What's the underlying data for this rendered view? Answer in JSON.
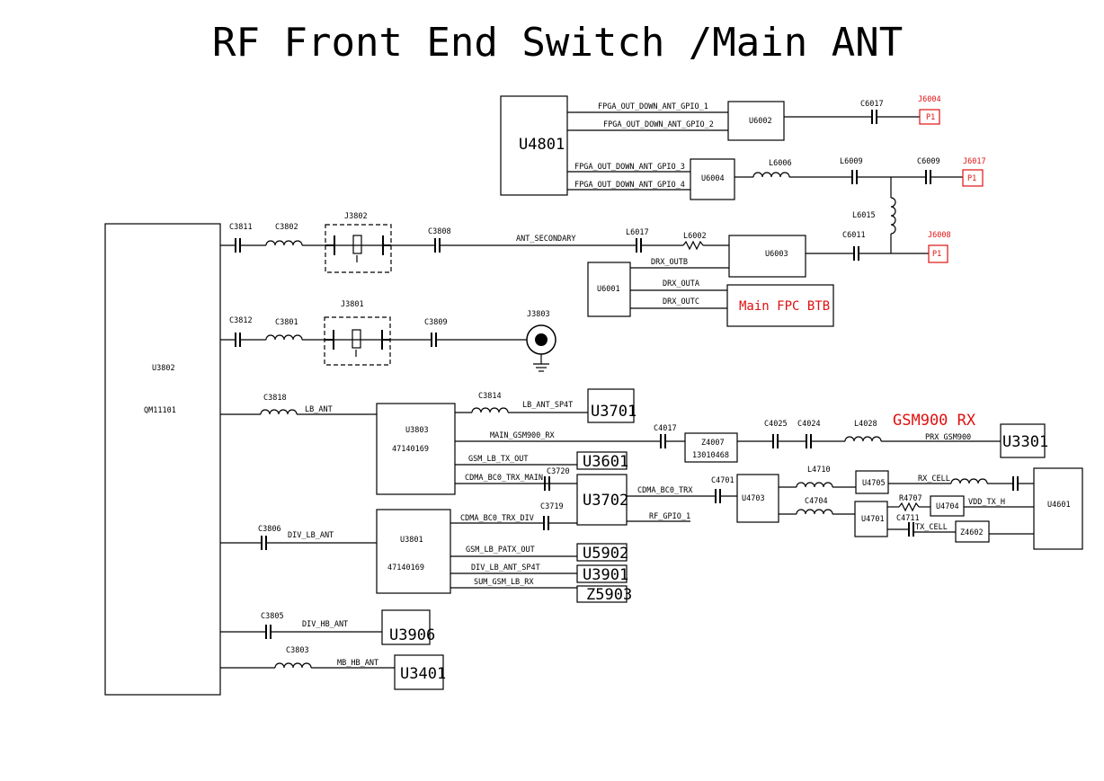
{
  "title": "RF Front End  Switch /Main ANT",
  "chips": {
    "u4801": "U4801",
    "u6002": "U6002",
    "u6004": "U6004",
    "u6003": "U6003",
    "u6001": "U6001",
    "u3802": "U3802",
    "u3802_part": "QM11101",
    "u3803": "U3803",
    "u3803_part": "47140169",
    "u3801": "U3801",
    "u3801_part": "47140169",
    "u3701": "U3701",
    "u3601": "U3601",
    "u3702": "U3702",
    "u5902": "U5902",
    "u3901": "U3901",
    "z5903": "Z5903",
    "u3906": "U3906",
    "u3401": "U3401",
    "z4007": "Z4007",
    "z4007_part": "13010468",
    "u3301": "U3301",
    "u4703": "U4703",
    "u4705": "U4705",
    "u4701": "U4701",
    "u4704": "U4704",
    "z4602": "Z4602",
    "u4601": "U4601",
    "main_fpc": "Main FPC BTB"
  },
  "nets": {
    "gpio1": "FPGA_OUT_DOWN_ANT_GPIO_1",
    "gpio2": "FPGA_OUT_DOWN_ANT_GPIO_2",
    "gpio3": "FPGA_OUT_DOWN_ANT_GPIO_3",
    "gpio4": "FPGA_OUT_DOWN_ANT_GPIO_4",
    "ant_secondary": "ANT_SECONDARY",
    "drx_outb": "DRX_OUTB",
    "drx_outa": "DRX_OUTA",
    "drx_outc": "DRX_OUTC",
    "lb_ant": "LB_ANT",
    "lb_ant_sp4t": "LB_ANT_SP4T",
    "main_gsm900_rx": "MAIN_GSM900_RX",
    "gsm_lb_tx_out": "GSM_LB_TX_OUT",
    "cdma_bc0_trx_main": "CDMA_BC0_TRX_MAIN",
    "cdma_bc0_trx": "CDMA_BC0_TRX",
    "cdma_bc0_trx_div": "CDMA_BC0_TRX_DIV",
    "rf_gpio_1": "RF_GPIO_1",
    "div_lb_ant": "DIV_LB_ANT",
    "gsm_lb_patx_out": "GSM_LB_PATX_OUT",
    "div_lb_ant_sp4t": "DIV_LB_ANT_SP4T",
    "sum_gsm_lb_rx": "SUM_GSM_LB_RX",
    "div_hb_ant": "DIV_HB_ANT",
    "mb_hb_ant": "MB_HB_ANT",
    "prx_gsm900": "PRX_GSM900",
    "rx_cell": "RX_CELL",
    "vdd_tx_h": "VDD_TX_H",
    "tx_cell": "TX_CELL",
    "gsm900_rx": "GSM900 RX"
  },
  "components": {
    "c6017": "C6017",
    "j6004": "J6004",
    "p1a": "P1",
    "l6006": "L6006",
    "l6009": "L6009",
    "c6009": "C6009",
    "j6017": "J6017",
    "p1b": "P1",
    "l6015": "L6015",
    "c6011": "C6011",
    "j6008": "J6008",
    "p1c": "P1",
    "l6017": "L6017",
    "l6002": "L6002",
    "c3811": "C3811",
    "c3802": "C3802",
    "j3802": "J3802",
    "c3808": "C3808",
    "c3812": "C3812",
    "c3801": "C3801",
    "j3801": "J3801",
    "c3809": "C3809",
    "j3803": "J3803",
    "c3818": "C3818",
    "c3814": "C3814",
    "c3720": "C3720",
    "c3719": "C3719",
    "c3806": "C3806",
    "c3805": "C3805",
    "c3803": "C3803",
    "c4017": "C4017",
    "c4025": "C4025",
    "c4024": "C4024",
    "l4028": "L4028",
    "c4701": "C4701",
    "l4710": "L4710",
    "c4704": "C4704",
    "r4707": "R4707",
    "c4711": "C4711"
  }
}
